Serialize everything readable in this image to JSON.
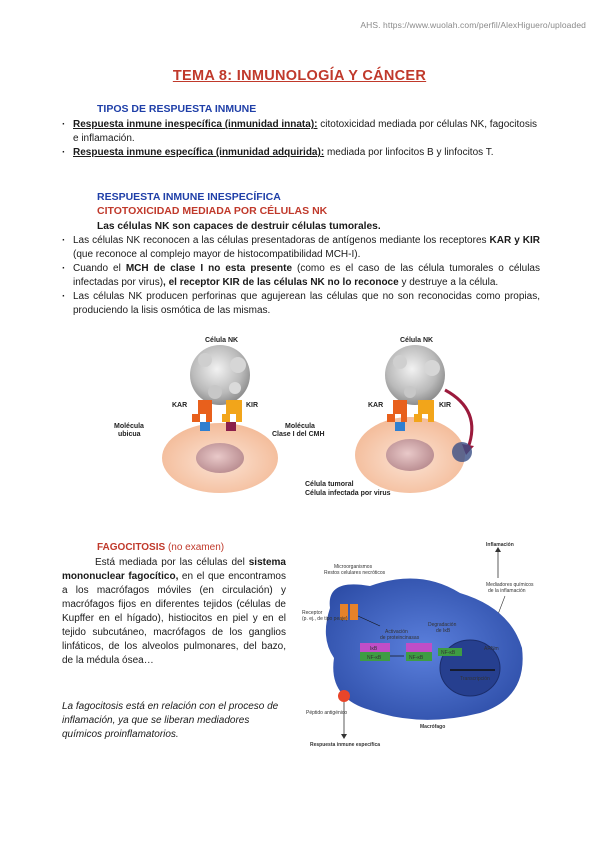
{
  "watermark": "AHS. https://www.wuolah.com/perfil/AlexHiguero/uploaded",
  "title": "TEMA 8: INMUNOLOGÍA Y CÁNCER",
  "tipos": {
    "heading": "TIPOS DE RESPUESTA INMUNE",
    "b1_bold": "Respuesta inmune inespecífica (inmunidad innata):",
    "b1_text": " citotoxicidad mediada por células NK, fagocitosis e inflamación.",
    "b2_bold": "Respuesta inmune específica (inmunidad adquirida):",
    "b2_text": " mediada por linfocitos B y linfocitos T."
  },
  "inespecifica": {
    "heading": "RESPUESTA INMUNE INESPECÍFICA",
    "subheading": "CITOTOXICIDAD MEDIADA POR CÉLULAS NK",
    "lead": "Las células NK son capaces de destruir células tumorales.",
    "p1_a": "Las células NK reconocen a las células presentadoras de antígenos mediante los receptores ",
    "p1_b": "KAR y KIR",
    "p1_c": " (que reconoce al complejo mayor de histocompatibilidad MCH-I).",
    "p2_a": "Cuando el ",
    "p2_b": "MCH de clase I no esta presente",
    "p2_c": " (como es el caso de las célula tumorales o células infectadas por virus)",
    "p2_d": ", el receptor KIR de las células NK no lo reconoce",
    "p2_e": " y destruye a la célula.",
    "p3": "Las células NK producen perforinas que agujerean las células que no son reconocidas como propias, produciendo la lisis osmótica de las mismas."
  },
  "fig1": {
    "nk_left": "Célula NK",
    "nk_right": "Célula NK",
    "kar_left": "KAR",
    "kir_left": "KIR",
    "kar_right": "KAR",
    "kir_right": "KIR",
    "mol_ubicua_1": "Molécula",
    "mol_ubicua_2": "ubicua",
    "mol_clase_1": "Molécula",
    "mol_clase_2": "Clase I del CMH",
    "tumor_1": "Célula tumoral",
    "tumor_2": "Célula infectada por virus"
  },
  "fagocitosis": {
    "heading": "FAGOCITOSIS",
    "note": " (no examen)",
    "p1_a": "Está mediada por las células del ",
    "p1_b": "sistema mononuclear fagocítico,",
    "p1_c": " en el que encontramos a los macrófagos móviles (en circulación) y macrófagos fijos en diferentes tejidos (células de Kupffer en el hígado), histiocitos en piel y en el tejido subcutáneo, macrófagos de los ganglios linfáticos, de los alveolos pulmonares, del bazo, de la médula ósea…",
    "p2": "La fagocitosis está en relación con el proceso de inflamación, ya que se liberan mediadores químicos proinflamatorios."
  },
  "fig2": {
    "inflamacion": "Inflamación",
    "microorg_1": "Microorganismos",
    "microorg_2": "Restos celulares necróticos",
    "mediadores_1": "Mediadores químicos",
    "mediadores_2": "de la inflamación",
    "receptor_1": "Receptor",
    "receptor_2": "(p. ej., de tipo peaje)",
    "activacion_1": "Activación",
    "activacion_2": "de proteincinasas",
    "degradacion_1": "Degradación",
    "degradacion_2": "de IκB",
    "ikb": "IκB",
    "nfkb_1": "NF-κB",
    "nfkb_2": "NF-κB",
    "nfkb_3": "NF-κB",
    "arn": "ARNm",
    "transcripcion": "Transcripción",
    "peptido": "Péptido antigénico",
    "macrofago": "Macrófago",
    "resp_especifica": "Respuesta inmune específica"
  },
  "colors": {
    "title_red": "#c0392b",
    "heading_blue": "#1f3fa8",
    "macrophage_blue": "#3f63c9"
  }
}
